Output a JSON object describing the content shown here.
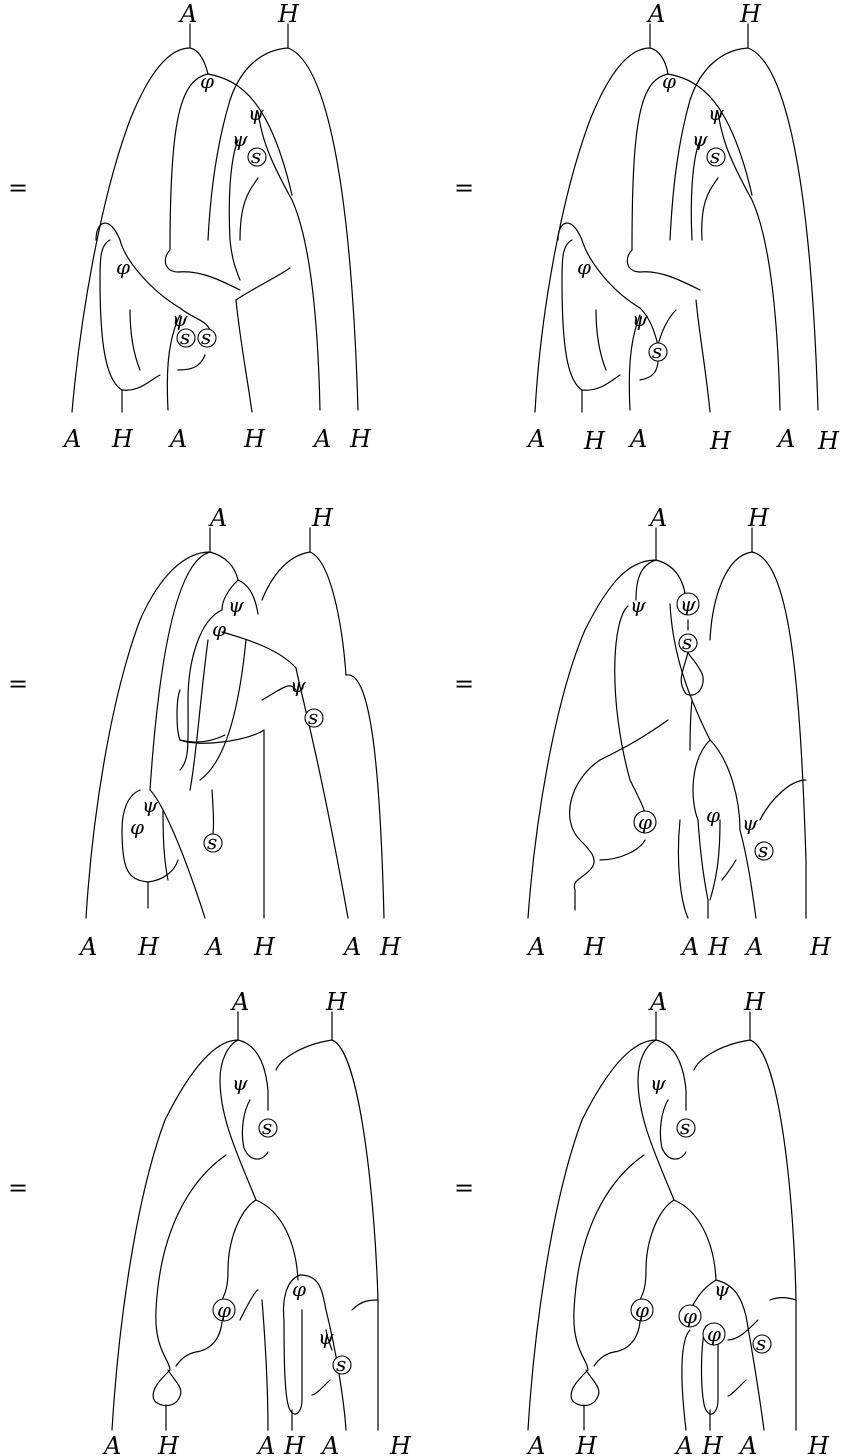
{
  "equals_sign": "=",
  "symbols": {
    "phi": "φ",
    "psi": "ψ",
    "s": "s"
  },
  "panels": [
    {
      "top": [
        "A",
        "H"
      ],
      "bottom": [
        "A",
        "H",
        "A",
        "H",
        "A",
        "H"
      ]
    },
    {
      "top": [
        "A",
        "H"
      ],
      "bottom": [
        "A",
        "H",
        "A",
        "H",
        "A",
        "H"
      ]
    },
    {
      "top": [
        "A",
        "H"
      ],
      "bottom": [
        "A",
        "H",
        "A",
        "H",
        "A",
        "H"
      ]
    },
    {
      "top": [
        "A",
        "H"
      ],
      "bottom": [
        "A",
        "H",
        "A",
        "H",
        "A",
        "H"
      ]
    },
    {
      "top": [
        "A",
        "H"
      ],
      "bottom": [
        "A",
        "H",
        "A",
        "H",
        "A",
        "H"
      ]
    },
    {
      "top": [
        "A",
        "H"
      ],
      "bottom": [
        "A",
        "H",
        "A",
        "H",
        "A",
        "H"
      ]
    }
  ]
}
